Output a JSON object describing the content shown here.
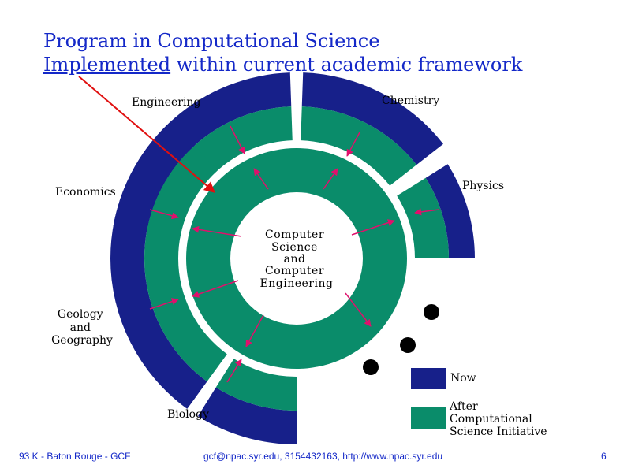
{
  "title": {
    "line1": "Program in Computational Science",
    "line2_underlined": "Implemented",
    "line2_rest": " within current academic framework"
  },
  "center": {
    "lines": [
      "Computer",
      "Science",
      "and",
      "Computer",
      "Engineering"
    ]
  },
  "departments": {
    "engineering": "Engineering",
    "chemistry": "Chemistry",
    "physics": "Physics",
    "economics": "Economics",
    "geology": [
      "Geology",
      "and",
      "Geography"
    ],
    "biology": "Biology"
  },
  "legend": {
    "now": "Now",
    "after": [
      "After",
      "Computational",
      "Science Initiative"
    ]
  },
  "footer": {
    "left": "93 K - Baton Rouge - GCF",
    "center": "gcf@npac.syr.edu, 3154432163, http://www.npac.syr.edu",
    "page": "6"
  },
  "colors": {
    "now": "#17208a",
    "after": "#0a8c6a",
    "arrow": "#e0106c",
    "pointer": "#e01010",
    "title": "#1428c8"
  }
}
